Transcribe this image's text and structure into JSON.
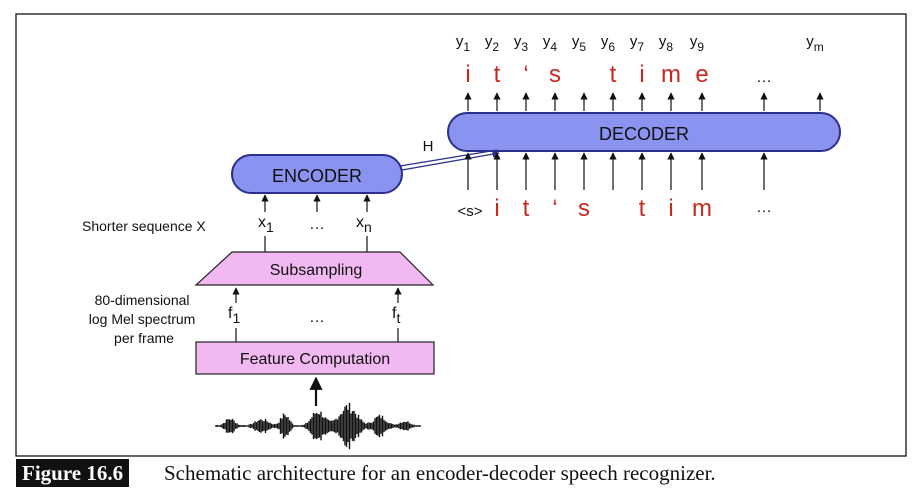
{
  "encoder_label": "ENCODER",
  "decoder_label": "DECODER",
  "subsampling_label": "Subsampling",
  "feature_label": "Feature Computation",
  "h_label": "H",
  "shorter_label": "Shorter sequence X",
  "spectrum_label_lines": [
    "80-dimensional",
    "log Mel spectrum",
    "per frame"
  ],
  "encoder_inputs": {
    "first": "x",
    "first_sub": "1",
    "dots": "…",
    "last": "x",
    "last_sub": "n"
  },
  "feature_outputs": {
    "first": "f",
    "first_sub": "1",
    "dots": "…",
    "last": "f",
    "last_sub": "t"
  },
  "output_labels": [
    {
      "base": "y",
      "sub": "1"
    },
    {
      "base": "y",
      "sub": "2"
    },
    {
      "base": "y",
      "sub": "3"
    },
    {
      "base": "y",
      "sub": "4"
    },
    {
      "base": "y",
      "sub": "5"
    },
    {
      "base": "y",
      "sub": "6"
    },
    {
      "base": "y",
      "sub": "7"
    },
    {
      "base": "y",
      "sub": "8"
    },
    {
      "base": "y",
      "sub": "9"
    },
    {
      "base": "y",
      "sub": "m"
    }
  ],
  "output_chars": [
    "i",
    "t",
    "‘",
    "s",
    "",
    "t",
    "i",
    "m",
    "e"
  ],
  "input_start": "<s>",
  "input_chars": [
    "i",
    "t",
    "‘",
    "s",
    "",
    "t",
    "i",
    "m"
  ],
  "ellipsis": "…",
  "figure_label": "Figure 16.6",
  "caption": "Schematic architecture for an encoder-decoder speech recognizer.",
  "colors": {
    "box_fill": "#8b93f0",
    "box_stroke": "#2a2f8c",
    "subsampling_fill": "#f2b8f2",
    "subsampling_stroke": "#222222",
    "char_red": "#c8281e",
    "text": "#111111",
    "frame": "#000000"
  }
}
